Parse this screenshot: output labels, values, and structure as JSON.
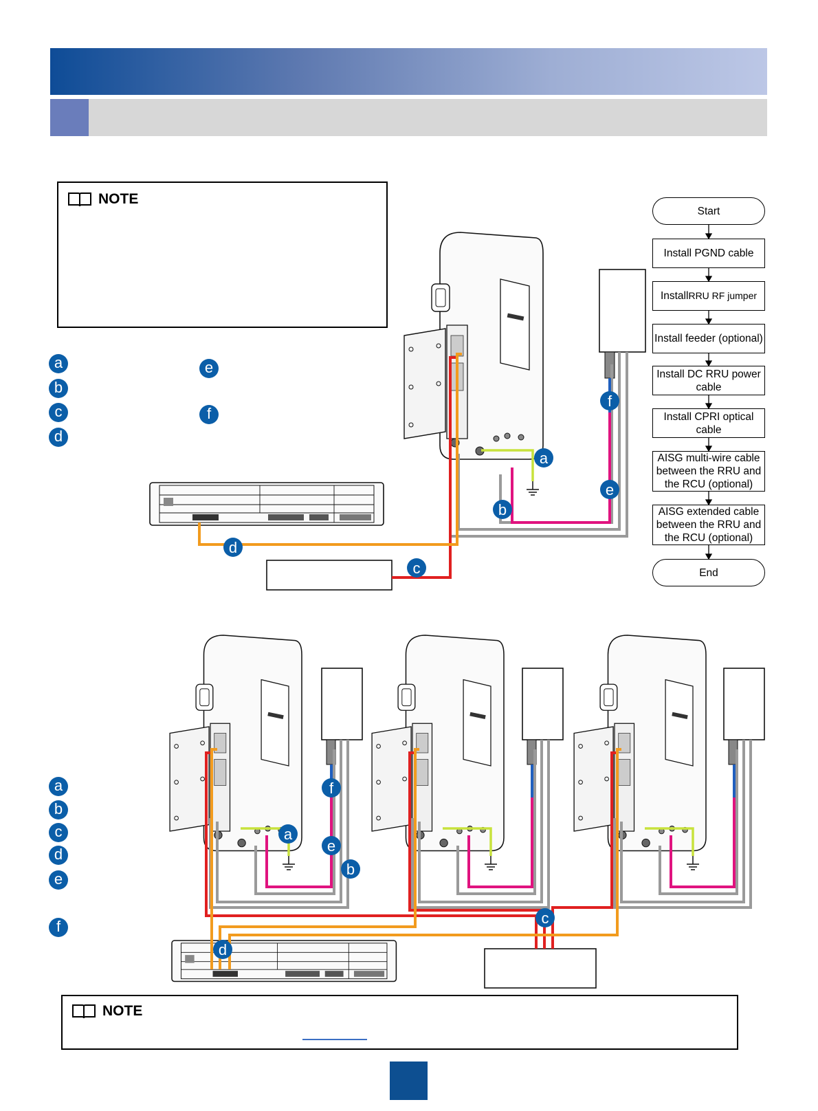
{
  "note_top": {
    "heading": "NOTE"
  },
  "legend_top": {
    "a": "a",
    "b": "b",
    "c": "c",
    "d": "d",
    "e": "e",
    "f": "f"
  },
  "legend_bottom": {
    "a": "a",
    "b": "b",
    "c": "c",
    "d": "d",
    "e": "e",
    "f": "f"
  },
  "flowchart": {
    "start": "Start",
    "step1": "Install PGND cable",
    "step2a": "Install ",
    "step2b": "RRU RF jumper",
    "step3": "Install feeder (optional)",
    "step4": "Install DC RRU power cable",
    "step5": "Install CPRI optical cable",
    "step6": "AISG multi-wire cable between the RRU and the RCU (optional)",
    "step7": "AISG extended cable between the RRU and the RCU (optional)",
    "end": "End"
  },
  "diagram_labels": {
    "a": "a",
    "b": "b",
    "c": "c",
    "d": "d",
    "e": "e",
    "f": "f"
  },
  "note_bottom": {
    "heading": "NOTE"
  },
  "colors": {
    "header_start": "#0e4c97",
    "header_end": "#bcc7e6",
    "subbar": "#d7d7d7",
    "subbar_accent": "#6a7dbb",
    "badge": "#0b5ea8",
    "power_cable": "#e02020",
    "optical_cable": "#f29b1e",
    "rf_jumper": "#e0137f",
    "feeder": "#9a9a9a",
    "aisg": "#1f5fbf",
    "ground": "#c8e23c"
  },
  "icons": [
    "book-icon",
    "ground-icon"
  ]
}
